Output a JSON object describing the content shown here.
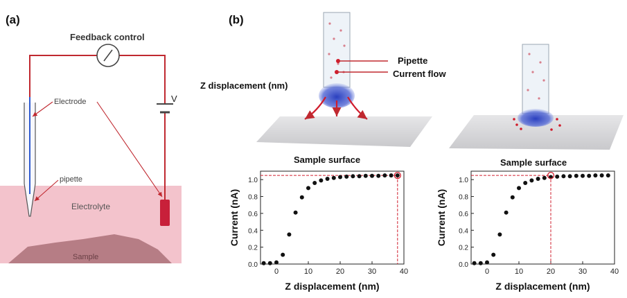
{
  "panel_a": {
    "label": "(a)",
    "feedback_label": "Feedback control",
    "voltage_label": "V",
    "electrode_label": "Electrode",
    "pipette_label": "pipette",
    "electrolyte_label": "Electrolyte",
    "sample_label": "Sample",
    "colors": {
      "wire": "#c0282f",
      "electrolyte": "#f3c3cc",
      "sample": "#b67d85",
      "electrode": "#c8203a"
    }
  },
  "panel_b": {
    "label": "(b)",
    "pipette_label": "Pipette",
    "current_flow_label": "Current flow",
    "z_label": "Z displacement (nm)",
    "surface_label_left": "Sample surface",
    "surface_label_right": "Sample surface"
  },
  "chart_data": [
    {
      "type": "scatter",
      "xlabel": "Z displacement (nm)",
      "ylabel": "Current (nA)",
      "xlim": [
        -5,
        40
      ],
      "ylim": [
        0,
        1.1
      ],
      "xticks": [
        "0",
        "10",
        "20",
        "30",
        "40"
      ],
      "yticks": [
        "0.0",
        "0.2",
        "0.4",
        "0.6",
        "0.8",
        "1.0"
      ],
      "x": [
        -4,
        -2,
        0,
        2,
        4,
        6,
        8,
        10,
        12,
        14,
        16,
        18,
        20,
        22,
        24,
        26,
        28,
        30,
        32,
        34,
        36,
        38
      ],
      "y": [
        0.01,
        0.01,
        0.02,
        0.11,
        0.35,
        0.61,
        0.79,
        0.9,
        0.96,
        0.99,
        1.01,
        1.02,
        1.03,
        1.035,
        1.04,
        1.04,
        1.045,
        1.045,
        1.045,
        1.05,
        1.05,
        1.05
      ],
      "marker": {
        "x": 38,
        "y": 1.05
      }
    },
    {
      "type": "scatter",
      "xlabel": "Z displacement (nm)",
      "ylabel": "Current (nA)",
      "xlim": [
        -5,
        40
      ],
      "ylim": [
        0,
        1.1
      ],
      "xticks": [
        "0",
        "10",
        "20",
        "30",
        "40"
      ],
      "yticks": [
        "0.0",
        "0.2",
        "0.4",
        "0.6",
        "0.8",
        "1.0"
      ],
      "x": [
        -4,
        -2,
        0,
        2,
        4,
        6,
        8,
        10,
        12,
        14,
        16,
        18,
        20,
        22,
        24,
        26,
        28,
        30,
        32,
        34,
        36,
        38
      ],
      "y": [
        0.01,
        0.01,
        0.02,
        0.11,
        0.35,
        0.61,
        0.79,
        0.9,
        0.96,
        0.99,
        1.01,
        1.02,
        1.03,
        1.035,
        1.04,
        1.04,
        1.045,
        1.045,
        1.045,
        1.05,
        1.05,
        1.05
      ],
      "marker": {
        "x": 20,
        "y": 1.05
      }
    }
  ]
}
